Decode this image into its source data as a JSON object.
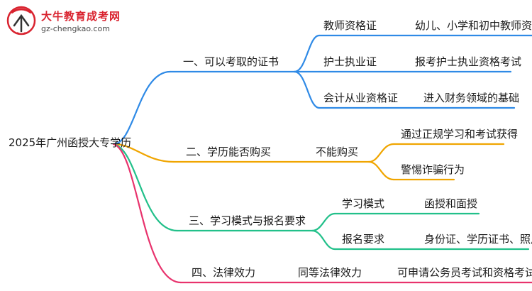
{
  "logo": {
    "title": "大牛教育成考网",
    "url": "gz-chengkao.com"
  },
  "root": {
    "label": "2025年广州函授大专学历"
  },
  "colors": {
    "branch1": "#2f8ae6",
    "branch2": "#f0a500",
    "branch3": "#22c08a",
    "branch4": "#e8336d",
    "logo_red": "#d9232f"
  },
  "branches": [
    {
      "label": "一、可以考取的证书",
      "children": [
        {
          "label": "教师资格证",
          "detail": "幼儿、小学和初中教师资格"
        },
        {
          "label": "护士执业证",
          "detail": "报考护士执业资格考试"
        },
        {
          "label": "会计从业资格证",
          "detail": "进入财务领域的基础"
        }
      ]
    },
    {
      "label": "二、学历能否购买",
      "child": "不能购买",
      "details": [
        "通过正规学习和考试获得",
        "警惕诈骗行为"
      ]
    },
    {
      "label": "三、学习模式与报名要求",
      "children": [
        {
          "label": "学习模式",
          "detail": "函授和面授"
        },
        {
          "label": "报名要求",
          "detail": "身份证、学历证书、照片"
        }
      ]
    },
    {
      "label": "四、法律效力",
      "child": "同等法律效力",
      "detail": "可申请公务员考试和资格考试"
    }
  ]
}
